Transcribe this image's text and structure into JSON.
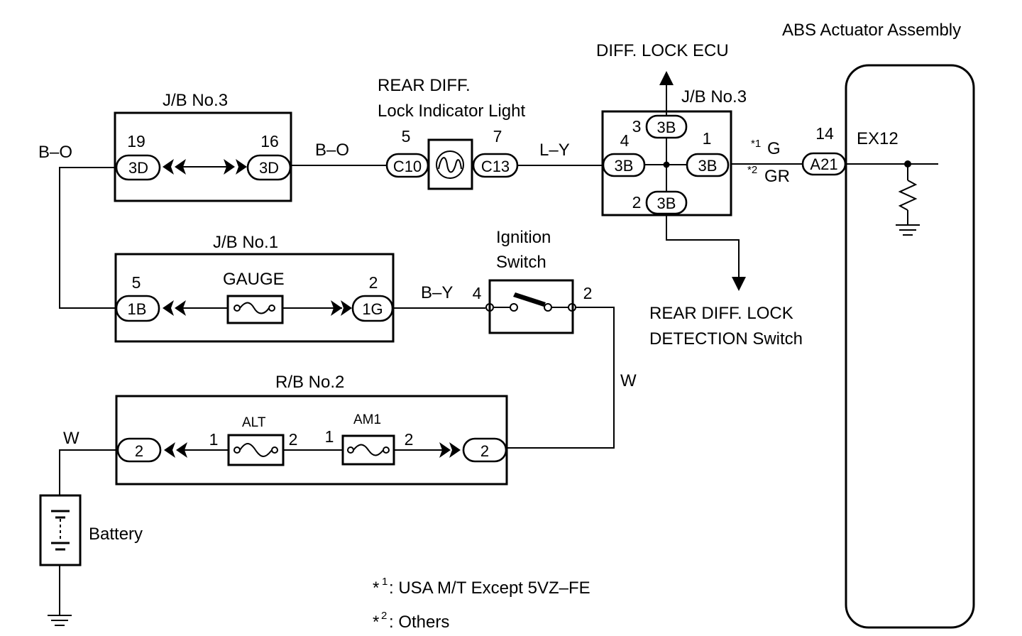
{
  "abs_actuator": {
    "title": "ABS Actuator Assembly",
    "connector": "A21",
    "pin": "14",
    "terminal": "EX12"
  },
  "diff_lock_ecu": {
    "label": "DIFF. LOCK ECU"
  },
  "jb3_right": {
    "title": "J/B No.3",
    "connector": "3B",
    "pins": {
      "top": "3",
      "left": "4",
      "right": "1",
      "bottom": "2"
    }
  },
  "wire_codes": {
    "g_note": "*1",
    "g": "G",
    "gr_note": "*2",
    "gr": "GR",
    "ly": "L–Y",
    "bo_mid": "B–O",
    "bo_left": "B–O",
    "by": "B–Y",
    "w_right": "W",
    "w_left": "W"
  },
  "rear_diff_light": {
    "title_line1": "REAR DIFF.",
    "title_line2": "Lock Indicator Light",
    "conn_left": "C10",
    "conn_right": "C13",
    "pin_left": "5",
    "pin_right": "7"
  },
  "jb3_left": {
    "title": "J/B No.3",
    "pin_left": "19",
    "pin_right": "16",
    "conn_left": "3D",
    "conn_right": "3D"
  },
  "jb1": {
    "title": "J/B No.1",
    "fuse": "GAUGE",
    "pin_left": "5",
    "pin_right": "2",
    "conn_left": "1B",
    "conn_right": "1G"
  },
  "ignition": {
    "title_line1": "Ignition",
    "title_line2": "Switch",
    "pin_left": "4",
    "pin_right": "2"
  },
  "detection_switch": {
    "line1": "REAR DIFF. LOCK",
    "line2": "DETECTION Switch"
  },
  "rb2": {
    "title": "R/B No.2",
    "fuse1": "ALT",
    "fuse1_pin_left": "1",
    "fuse1_pin_right": "2",
    "fuse2": "AM1",
    "fuse2_pin_left": "1",
    "fuse2_pin_right": "2",
    "conn_left": "2",
    "conn_right": "2"
  },
  "battery": {
    "label": "Battery"
  },
  "notes": {
    "n1_mark": "*",
    "n1_sup": "1",
    "n1_text": ": USA M/T Except 5VZ–FE",
    "n2_mark": "*",
    "n2_sup": "2",
    "n2_text": ": Others"
  }
}
